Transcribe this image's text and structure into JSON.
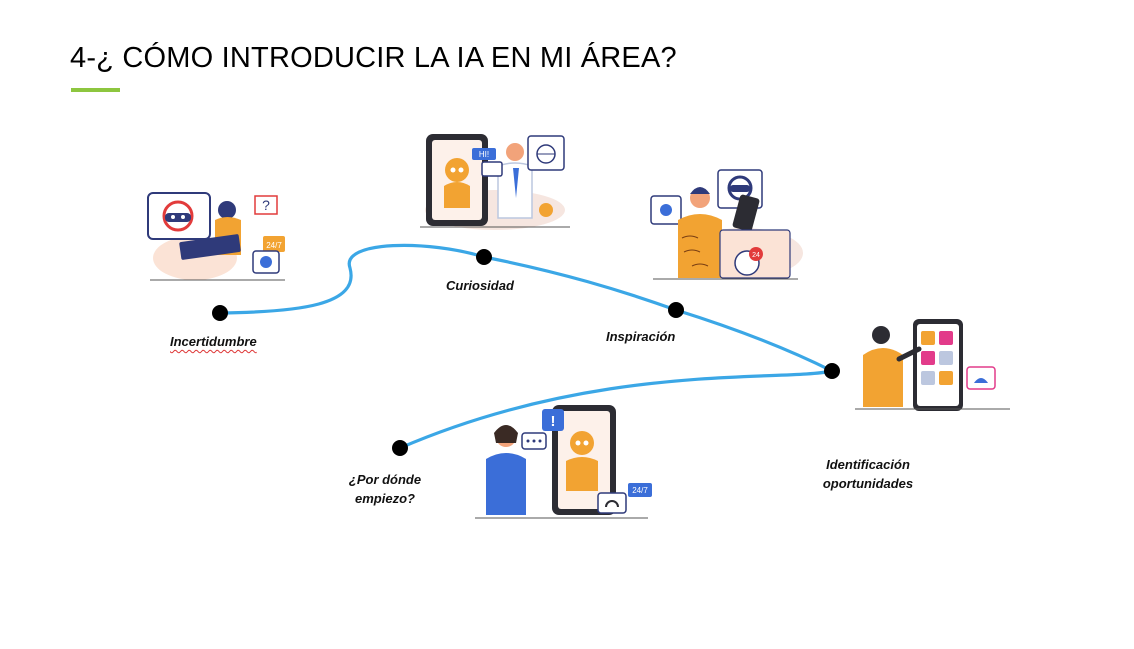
{
  "slide": {
    "title": "4-¿ CÓMO INTRODUCIR LA IA EN MI ÁREA?",
    "accent_color": "#8dc63f"
  },
  "journey": {
    "path_color": "#3ba7e6",
    "stages": [
      {
        "label": "Incertidumbre",
        "icon": "support-agent-illustration"
      },
      {
        "label": "Curiosidad",
        "icon": "chatbot-phone-illustration"
      },
      {
        "label": "Inspiración",
        "icon": "phone-assistant-illustration"
      },
      {
        "label": "Identificación oportunidades",
        "label_line1": "Identificación",
        "label_line2": "oportunidades",
        "icon": "app-selection-illustration"
      },
      {
        "label": "¿Por dónde empiezo?",
        "label_line1": "¿Por dónde",
        "label_line2": "empiezo?",
        "icon": "thinking-person-robot-illustration"
      }
    ],
    "badges": {
      "hi": "HI!",
      "always_on": "24/7",
      "hours": "24",
      "question": "?",
      "alert": "!"
    }
  }
}
